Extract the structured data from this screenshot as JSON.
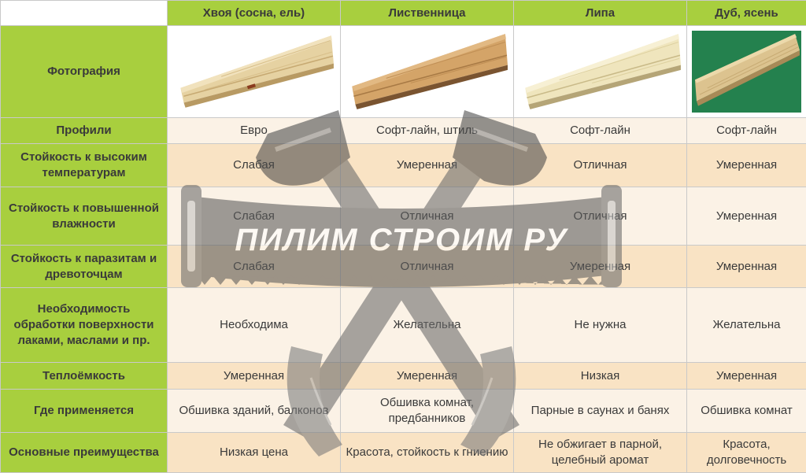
{
  "columns": [
    "Хвоя (сосна, ель)",
    "Лиственница",
    "Липа",
    "Дуб, ясень"
  ],
  "photo_row_label": "Фотография",
  "photo_colors": {
    "pine": "#e3cc9a",
    "larch": "#cf9f64",
    "linden": "#ece2b8",
    "oak": "#d9c08c",
    "oak_background": "#1f7a4a"
  },
  "rows": [
    {
      "label": "Профили",
      "cells": [
        "Евро",
        "Софт-лайн, штиль",
        "Софт-лайн",
        "Софт-лайн"
      ]
    },
    {
      "label": "Стойкость к высоким температурам",
      "cells": [
        "Слабая",
        "Умеренная",
        "Отличная",
        "Умеренная"
      ]
    },
    {
      "label": "Стойкость к повышенной влажности",
      "cells": [
        "Слабая",
        "Отличная",
        "Отличная",
        "Умеренная"
      ]
    },
    {
      "label": "Стойкость к паразитам и древоточцам",
      "cells": [
        "Слабая",
        "Отличная",
        "Умеренная",
        "Умеренная"
      ]
    },
    {
      "label": "Необходимость обработки поверхности лаками, маслами и пр.",
      "cells": [
        "Необходима",
        "Желательна",
        "Не нужна",
        "Желательна"
      ]
    },
    {
      "label": "Теплоёмкость",
      "cells": [
        "Умеренная",
        "Умеренная",
        "Низкая",
        "Умеренная"
      ]
    },
    {
      "label": "Где применяется",
      "cells": [
        "Обшивка зданий, балконов",
        "Обшивка комнат, предбанников",
        "Парные в саунах и банях",
        "Обшивка комнат"
      ]
    },
    {
      "label": "Основные преимущества",
      "cells": [
        "Низкая цена",
        "Красота, стойкость к гниению",
        "Не обжигает в парной, целебный аромат",
        "Красота, долговечность"
      ]
    }
  ],
  "watermark": {
    "text": "ПИЛИМ СТРОИМ РУ",
    "icon": "crossed-axes-and-saw-icon",
    "color": "#555555"
  },
  "colors": {
    "header_green": "#a8cf3e",
    "row_light": "#fbf2e6",
    "row_dark": "#f9e3c4"
  }
}
